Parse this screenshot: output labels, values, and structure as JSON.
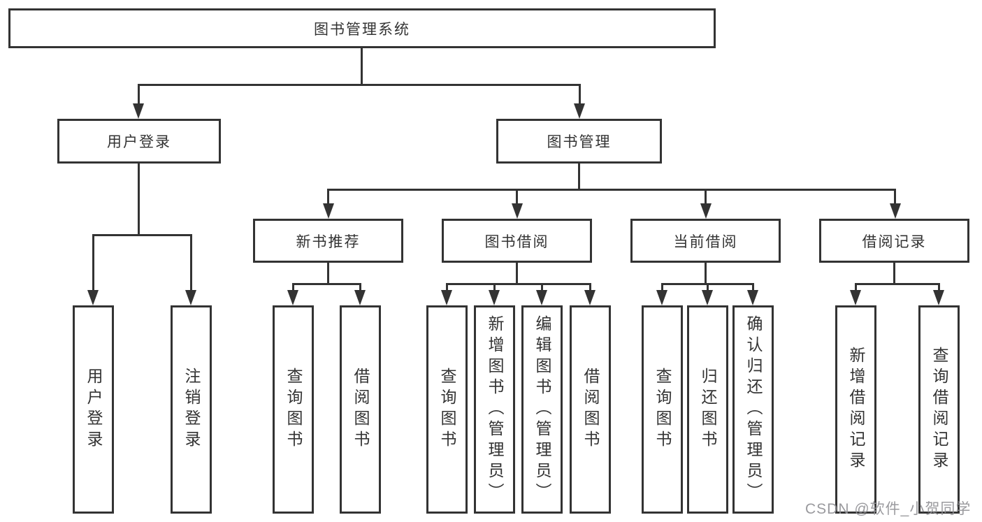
{
  "tree": {
    "root": {
      "label": "图书管理系统"
    },
    "branches": [
      {
        "label": "用户登录",
        "children": [
          {
            "label": "用户登录"
          },
          {
            "label": "注销登录"
          }
        ]
      },
      {
        "label": "图书管理",
        "children": [
          {
            "label": "新书推荐",
            "children": [
              {
                "label": "查询图书"
              },
              {
                "label": "借阅图书"
              }
            ]
          },
          {
            "label": "图书借阅",
            "children": [
              {
                "label": "查询图书"
              },
              {
                "label": "新增图书（管理员）"
              },
              {
                "label": "编辑图书（管理员）"
              },
              {
                "label": "借阅图书"
              }
            ]
          },
          {
            "label": "当前借阅",
            "children": [
              {
                "label": "查询图书"
              },
              {
                "label": "归还图书"
              },
              {
                "label": "确认归还（管理员）"
              }
            ]
          },
          {
            "label": "借阅记录",
            "children": [
              {
                "label": "新增借阅记录"
              },
              {
                "label": "查询借阅记录"
              }
            ]
          }
        ]
      }
    ]
  },
  "watermark": "CSDN @软件_小贺同学",
  "colors": {
    "line": "#333333",
    "text": "#333333",
    "background": "#ffffff",
    "watermark": "#919196"
  }
}
